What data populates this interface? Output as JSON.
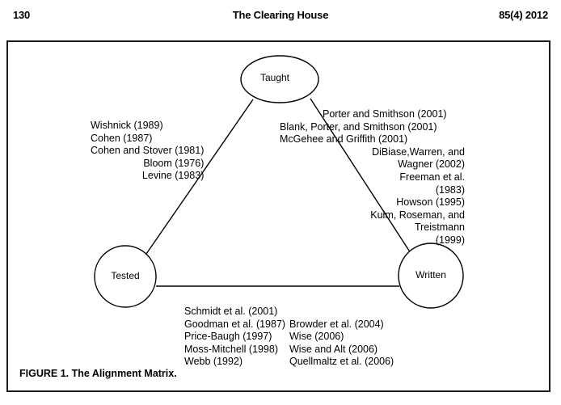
{
  "header": {
    "page_number": "130",
    "journal_title": "The Clearing House",
    "issue_info": "85(4) 2012"
  },
  "figure": {
    "caption": "FIGURE 1. The Alignment Matrix.",
    "nodes": [
      {
        "id": "taught",
        "label": "Taught",
        "shape": "ellipse"
      },
      {
        "id": "tested",
        "label": "Tested",
        "shape": "circle"
      },
      {
        "id": "written",
        "label": "Written",
        "shape": "circle"
      }
    ],
    "edges": [
      {
        "from": "taught",
        "to": "tested"
      },
      {
        "from": "taught",
        "to": "written"
      },
      {
        "from": "tested",
        "to": "written"
      }
    ],
    "citations": {
      "tested_taught_edge": [
        "Wishnick (1989)",
        "Cohen (1987)",
        "Cohen and Stover (1981)",
        "Bloom (1976)",
        "Levine (1983)"
      ],
      "taught_written_edge": [
        "Porter and Smithson (2001)",
        "Blank, Porter, and Smithson (2001)",
        "McGehee and Griffith (2001)",
        "DiBiase,Warren, and",
        "Wagner (2002)",
        "Freeman et al.",
        "(1983)",
        "Howson (1995)",
        "Kuim, Roseman, and",
        "Treistmann",
        "(1999)"
      ],
      "tested_written_edge_col1": [
        "Schmidt et al. (2001)",
        "Goodman et al. (1987)",
        "Price-Baugh (1997)",
        "Moss-Mitchell (1998)",
        "Webb (1992)"
      ],
      "tested_written_edge_col2": [
        "",
        "Browder et al. (2004)",
        "Wise (2006)",
        "Wise and Alt (2006)",
        "Quellmaltz et al. (2006)"
      ]
    }
  },
  "colors": {
    "ink": "#000000",
    "frame": "#1a1a1a",
    "background": "#ffffff"
  }
}
